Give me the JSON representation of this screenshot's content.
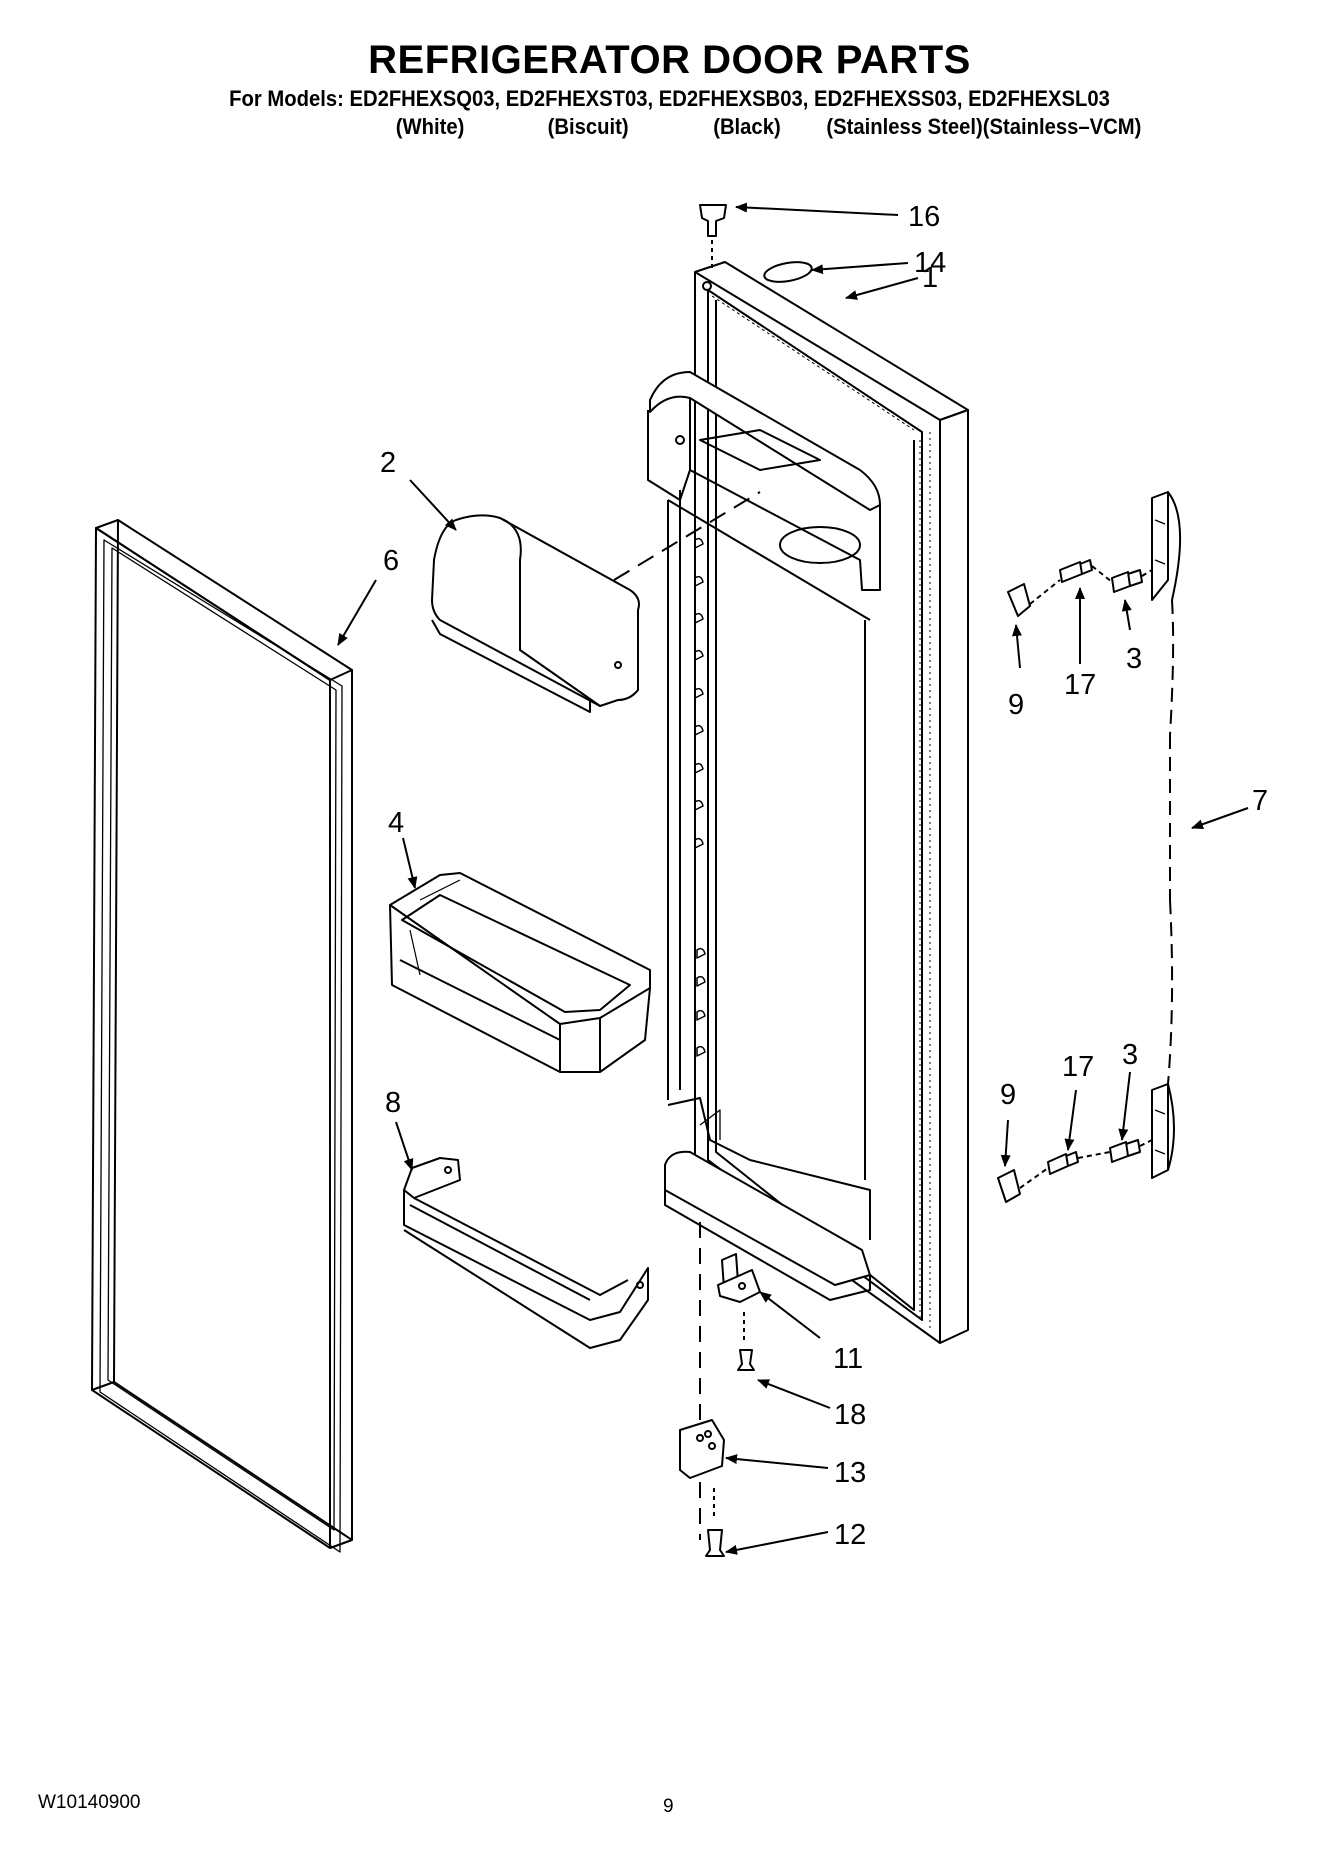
{
  "header": {
    "title": "REFRIGERATOR DOOR PARTS",
    "models_line": "For Models: ED2FHEXSQ03, ED2FHEXST03, ED2FHEXSB03, ED2FHEXSS03, ED2FHEXSL03",
    "finishes": [
      "(White)",
      "(Biscuit)",
      "(Black)",
      "(Stainless Steel)(Stainless–VCM)"
    ]
  },
  "callouts": {
    "c16": "16",
    "c14": "14",
    "c1": "1",
    "c2": "2",
    "c6": "6",
    "c9a": "9",
    "c17a": "17",
    "c3a": "3",
    "c7": "7",
    "c4": "4",
    "c8": "8",
    "c17b": "17",
    "c3b": "3",
    "c9b": "9",
    "c11": "11",
    "c18": "18",
    "c13": "13",
    "c12": "12"
  },
  "footer": {
    "doc_number": "W10140900",
    "page_number": "9"
  }
}
